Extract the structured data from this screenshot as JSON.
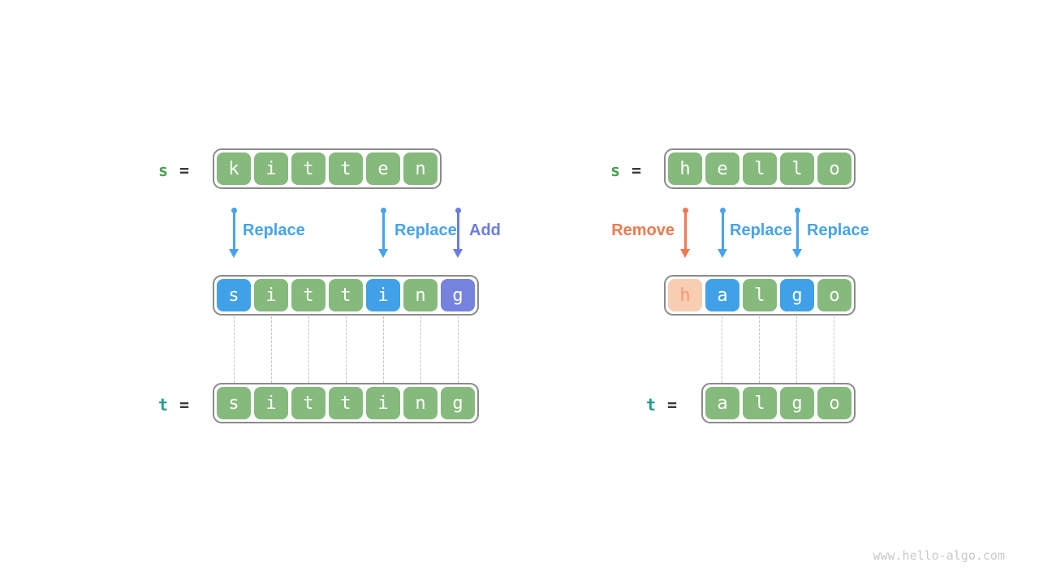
{
  "watermark": "www.hello-algo.com",
  "labels": {
    "s": "s",
    "t": "t",
    "eq": "="
  },
  "colors": {
    "green_box": "#85ba7c",
    "blue_box": "#41a1e8",
    "purple_box": "#7582de",
    "removed_box_bg": "#f9cdb2",
    "removed_box_text": "#f29a70",
    "replace_blue": "#47a3eb",
    "remove_orange": "#ef7950",
    "add_purple": "#6c7ce0",
    "s_label_green": "#44a14c",
    "t_label_teal": "#289c8e",
    "equals_dark": "#37393d",
    "strip_border": "#8b8b8b",
    "dashed_line": "#c4c4c4",
    "cell_text": "#ffffff"
  },
  "left": {
    "source_cells": [
      {
        "char": "k",
        "type": "green"
      },
      {
        "char": "i",
        "type": "green"
      },
      {
        "char": "t",
        "type": "green"
      },
      {
        "char": "t",
        "type": "green"
      },
      {
        "char": "e",
        "type": "green"
      },
      {
        "char": "n",
        "type": "green"
      }
    ],
    "result_cells": [
      {
        "char": "s",
        "type": "blue"
      },
      {
        "char": "i",
        "type": "green"
      },
      {
        "char": "t",
        "type": "green"
      },
      {
        "char": "t",
        "type": "green"
      },
      {
        "char": "i",
        "type": "blue"
      },
      {
        "char": "n",
        "type": "green"
      },
      {
        "char": "g",
        "type": "purple"
      }
    ],
    "target_cells": [
      {
        "char": "s",
        "type": "green"
      },
      {
        "char": "i",
        "type": "green"
      },
      {
        "char": "t",
        "type": "green"
      },
      {
        "char": "t",
        "type": "green"
      },
      {
        "char": "i",
        "type": "green"
      },
      {
        "char": "n",
        "type": "green"
      },
      {
        "char": "g",
        "type": "green"
      }
    ],
    "operations": [
      {
        "label": "Replace",
        "type": "replace"
      },
      {
        "label": "Replace",
        "type": "replace"
      },
      {
        "label": "Add",
        "type": "add"
      }
    ]
  },
  "right": {
    "source_cells": [
      {
        "char": "h",
        "type": "green"
      },
      {
        "char": "e",
        "type": "green"
      },
      {
        "char": "l",
        "type": "green"
      },
      {
        "char": "l",
        "type": "green"
      },
      {
        "char": "o",
        "type": "green"
      }
    ],
    "result_cells": [
      {
        "char": "h",
        "type": "removed"
      },
      {
        "char": "a",
        "type": "blue"
      },
      {
        "char": "l",
        "type": "green"
      },
      {
        "char": "g",
        "type": "blue"
      },
      {
        "char": "o",
        "type": "green"
      }
    ],
    "target_cells": [
      {
        "char": "a",
        "type": "green"
      },
      {
        "char": "l",
        "type": "green"
      },
      {
        "char": "g",
        "type": "green"
      },
      {
        "char": "o",
        "type": "green"
      }
    ],
    "operations": [
      {
        "label": "Remove",
        "type": "remove"
      },
      {
        "label": "Replace",
        "type": "replace"
      },
      {
        "label": "Replace",
        "type": "replace"
      }
    ]
  }
}
